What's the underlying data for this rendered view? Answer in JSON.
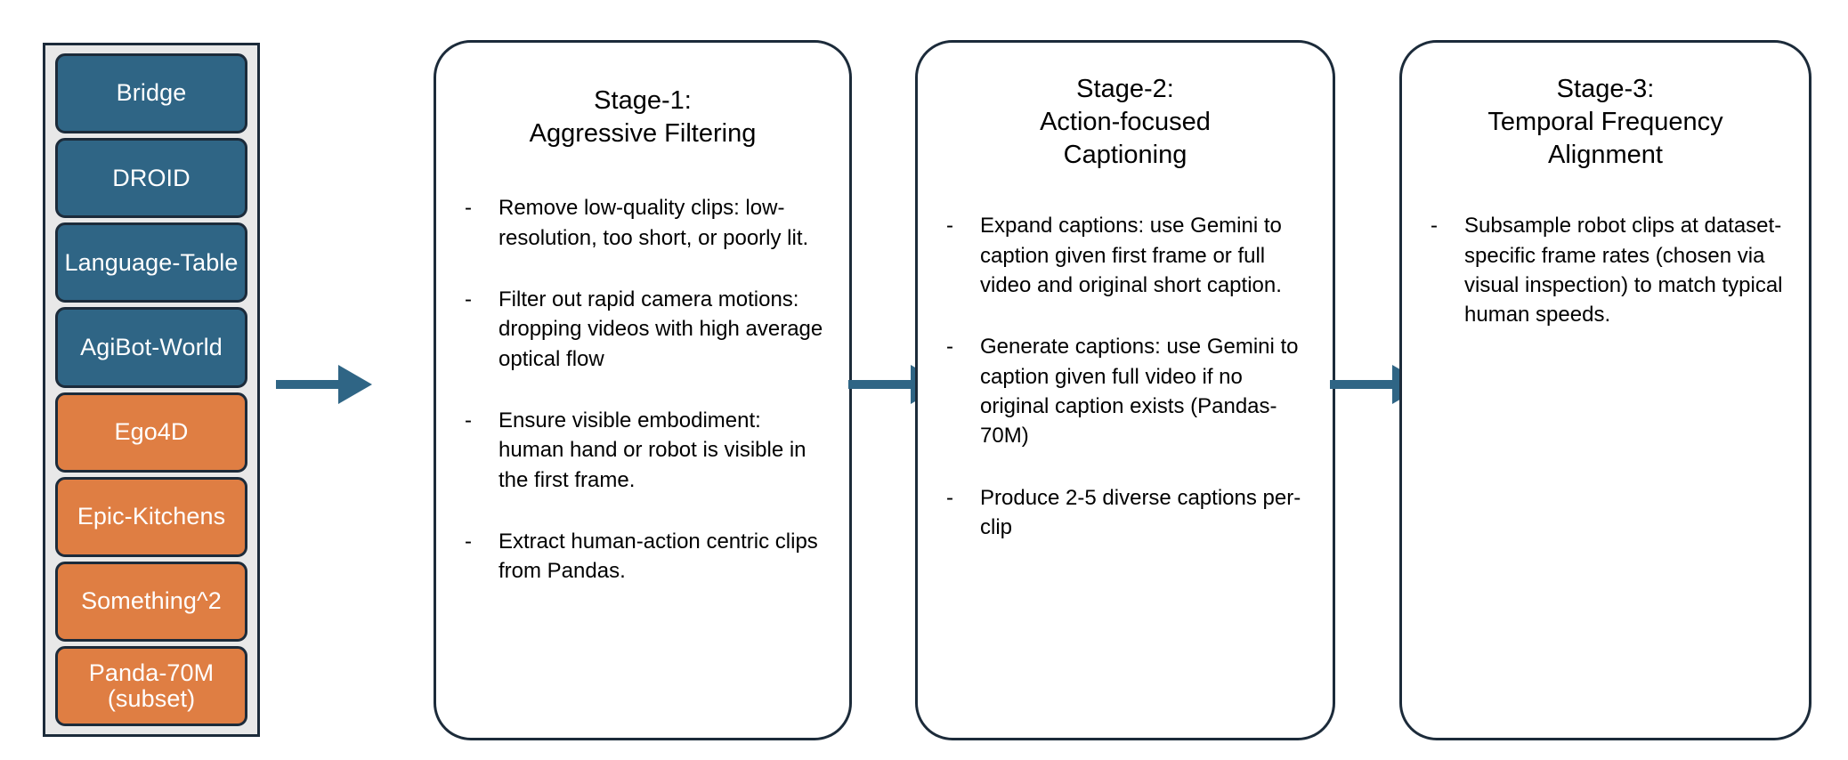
{
  "colors": {
    "robot_dataset": "#2f6585",
    "human_dataset": "#df7e43",
    "outline": "#1c2b3a",
    "panel_background": "#e8e8e8",
    "arrow": "#2f6585"
  },
  "dataset_panel": {
    "name": "dataset-sources",
    "items": [
      {
        "label": "Bridge",
        "kind": "blue"
      },
      {
        "label": "DROID",
        "kind": "blue"
      },
      {
        "label": "Language-Table",
        "kind": "blue"
      },
      {
        "label": "AgiBot-World",
        "kind": "blue"
      },
      {
        "label": "Ego4D",
        "kind": "orange"
      },
      {
        "label": "Epic-Kitchens",
        "kind": "orange"
      },
      {
        "label": "Something^2",
        "kind": "orange"
      },
      {
        "label": "Panda-70M\n(subset)",
        "kind": "orange"
      }
    ]
  },
  "stages": [
    {
      "title": "Stage-1:\nAggressive Filtering",
      "bullet_marker": "-",
      "bullets": [
        "Remove low-quality clips: low-resolution, too short, or poorly lit.",
        "Filter out rapid camera motions:  dropping videos with high average optical flow",
        "Ensure visible embodiment: human hand or robot is visible in the first frame.",
        "Extract human-action centric clips from Pandas."
      ]
    },
    {
      "title": "Stage-2:\nAction-focused\nCaptioning",
      "bullet_marker": "-",
      "bullets": [
        "Expand captions: use Gemini to caption given first frame or full video and original short caption.",
        "Generate captions:  use Gemini to caption given full video if no original caption exists (Pandas-70M)",
        "Produce 2-5 diverse captions per-clip"
      ]
    },
    {
      "title": "Stage-3:\nTemporal Frequency\nAlignment",
      "bullet_marker": "-",
      "bullets": [
        "Subsample robot clips at dataset-specific frame rates (chosen via visual inspection) to match typical human speeds."
      ]
    }
  ],
  "arrows": [
    {
      "name": "arrow-datasets-to-stage-1"
    },
    {
      "name": "arrow-stage-1-to-stage-2"
    },
    {
      "name": "arrow-stage-2-to-stage-3"
    }
  ]
}
